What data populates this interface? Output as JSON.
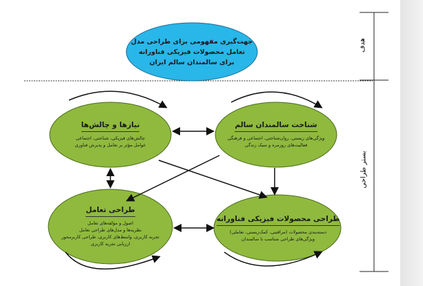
{
  "goal": {
    "lines": [
      "جهت‌گیری مفهومی برای طراحی مدل",
      "تعامل محصولات فیزیکی فناورانه",
      "برای سالمندان سالم ایران"
    ],
    "color": "#29b6e8"
  },
  "side_labels": {
    "goal": "هدف",
    "context": "بستر طراحی"
  },
  "nodes": {
    "needs": {
      "title": "نیازها و چالش‌ها",
      "lines": [
        "چالش‌های فیزیکی، شناختی، اجتماعی",
        "عوامل مؤثر بر تعامل و پذیرش فناوری"
      ]
    },
    "elderly": {
      "title": "شناخت سالمندان سالم",
      "lines": [
        "ویژگی‌های زیستی، روان‌شناختی، اجتماعی و فرهنگی",
        "فعالیت‌های روزمره و سبک زندگی"
      ]
    },
    "interaction": {
      "title": "طراحی تعامل",
      "lines": [
        "اصول و مؤلفه‌های تعامل",
        "نظریه‌ها و مدل‌های طراحی تعامل",
        "تجربه کاربری، واسط‌های کاربری، طراحی کاربرمحور",
        "ارزیابی تجربه کاربری"
      ]
    },
    "products": {
      "title": "طراحی محصولات فیزیکی فناورانه",
      "lines": [
        "دسته‌بندی محصولات (مراقبتی، کمک‌زیستی، تعاملی)",
        "ویژگی‌های طراحی متناسب با سالمندان"
      ]
    }
  },
  "node_color": "#8fba3e"
}
